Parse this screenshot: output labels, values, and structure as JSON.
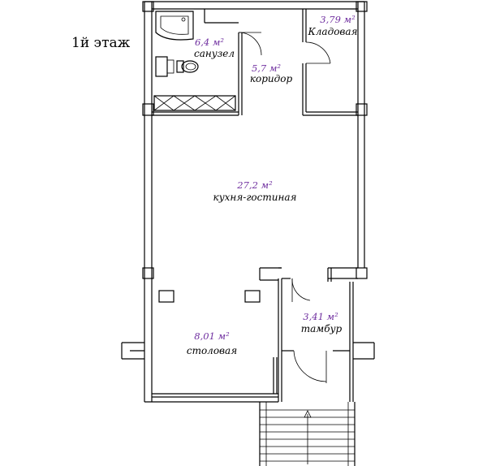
{
  "floor_label": "1й этаж",
  "rooms": [
    {
      "id": "bathroom",
      "area": "6,4 м²",
      "name": "санузел"
    },
    {
      "id": "corridor",
      "area": "5,7 м²",
      "name": "коридор"
    },
    {
      "id": "storage",
      "area": "3,79 м²",
      "name": "Кладовая"
    },
    {
      "id": "kitchen-living",
      "area": "27,2 м²",
      "name": "кухня-гостиная"
    },
    {
      "id": "dining",
      "area": "8,01 м²",
      "name": "столовая"
    },
    {
      "id": "vestibule",
      "area": "3,41 м²",
      "name": "тамбур"
    }
  ]
}
